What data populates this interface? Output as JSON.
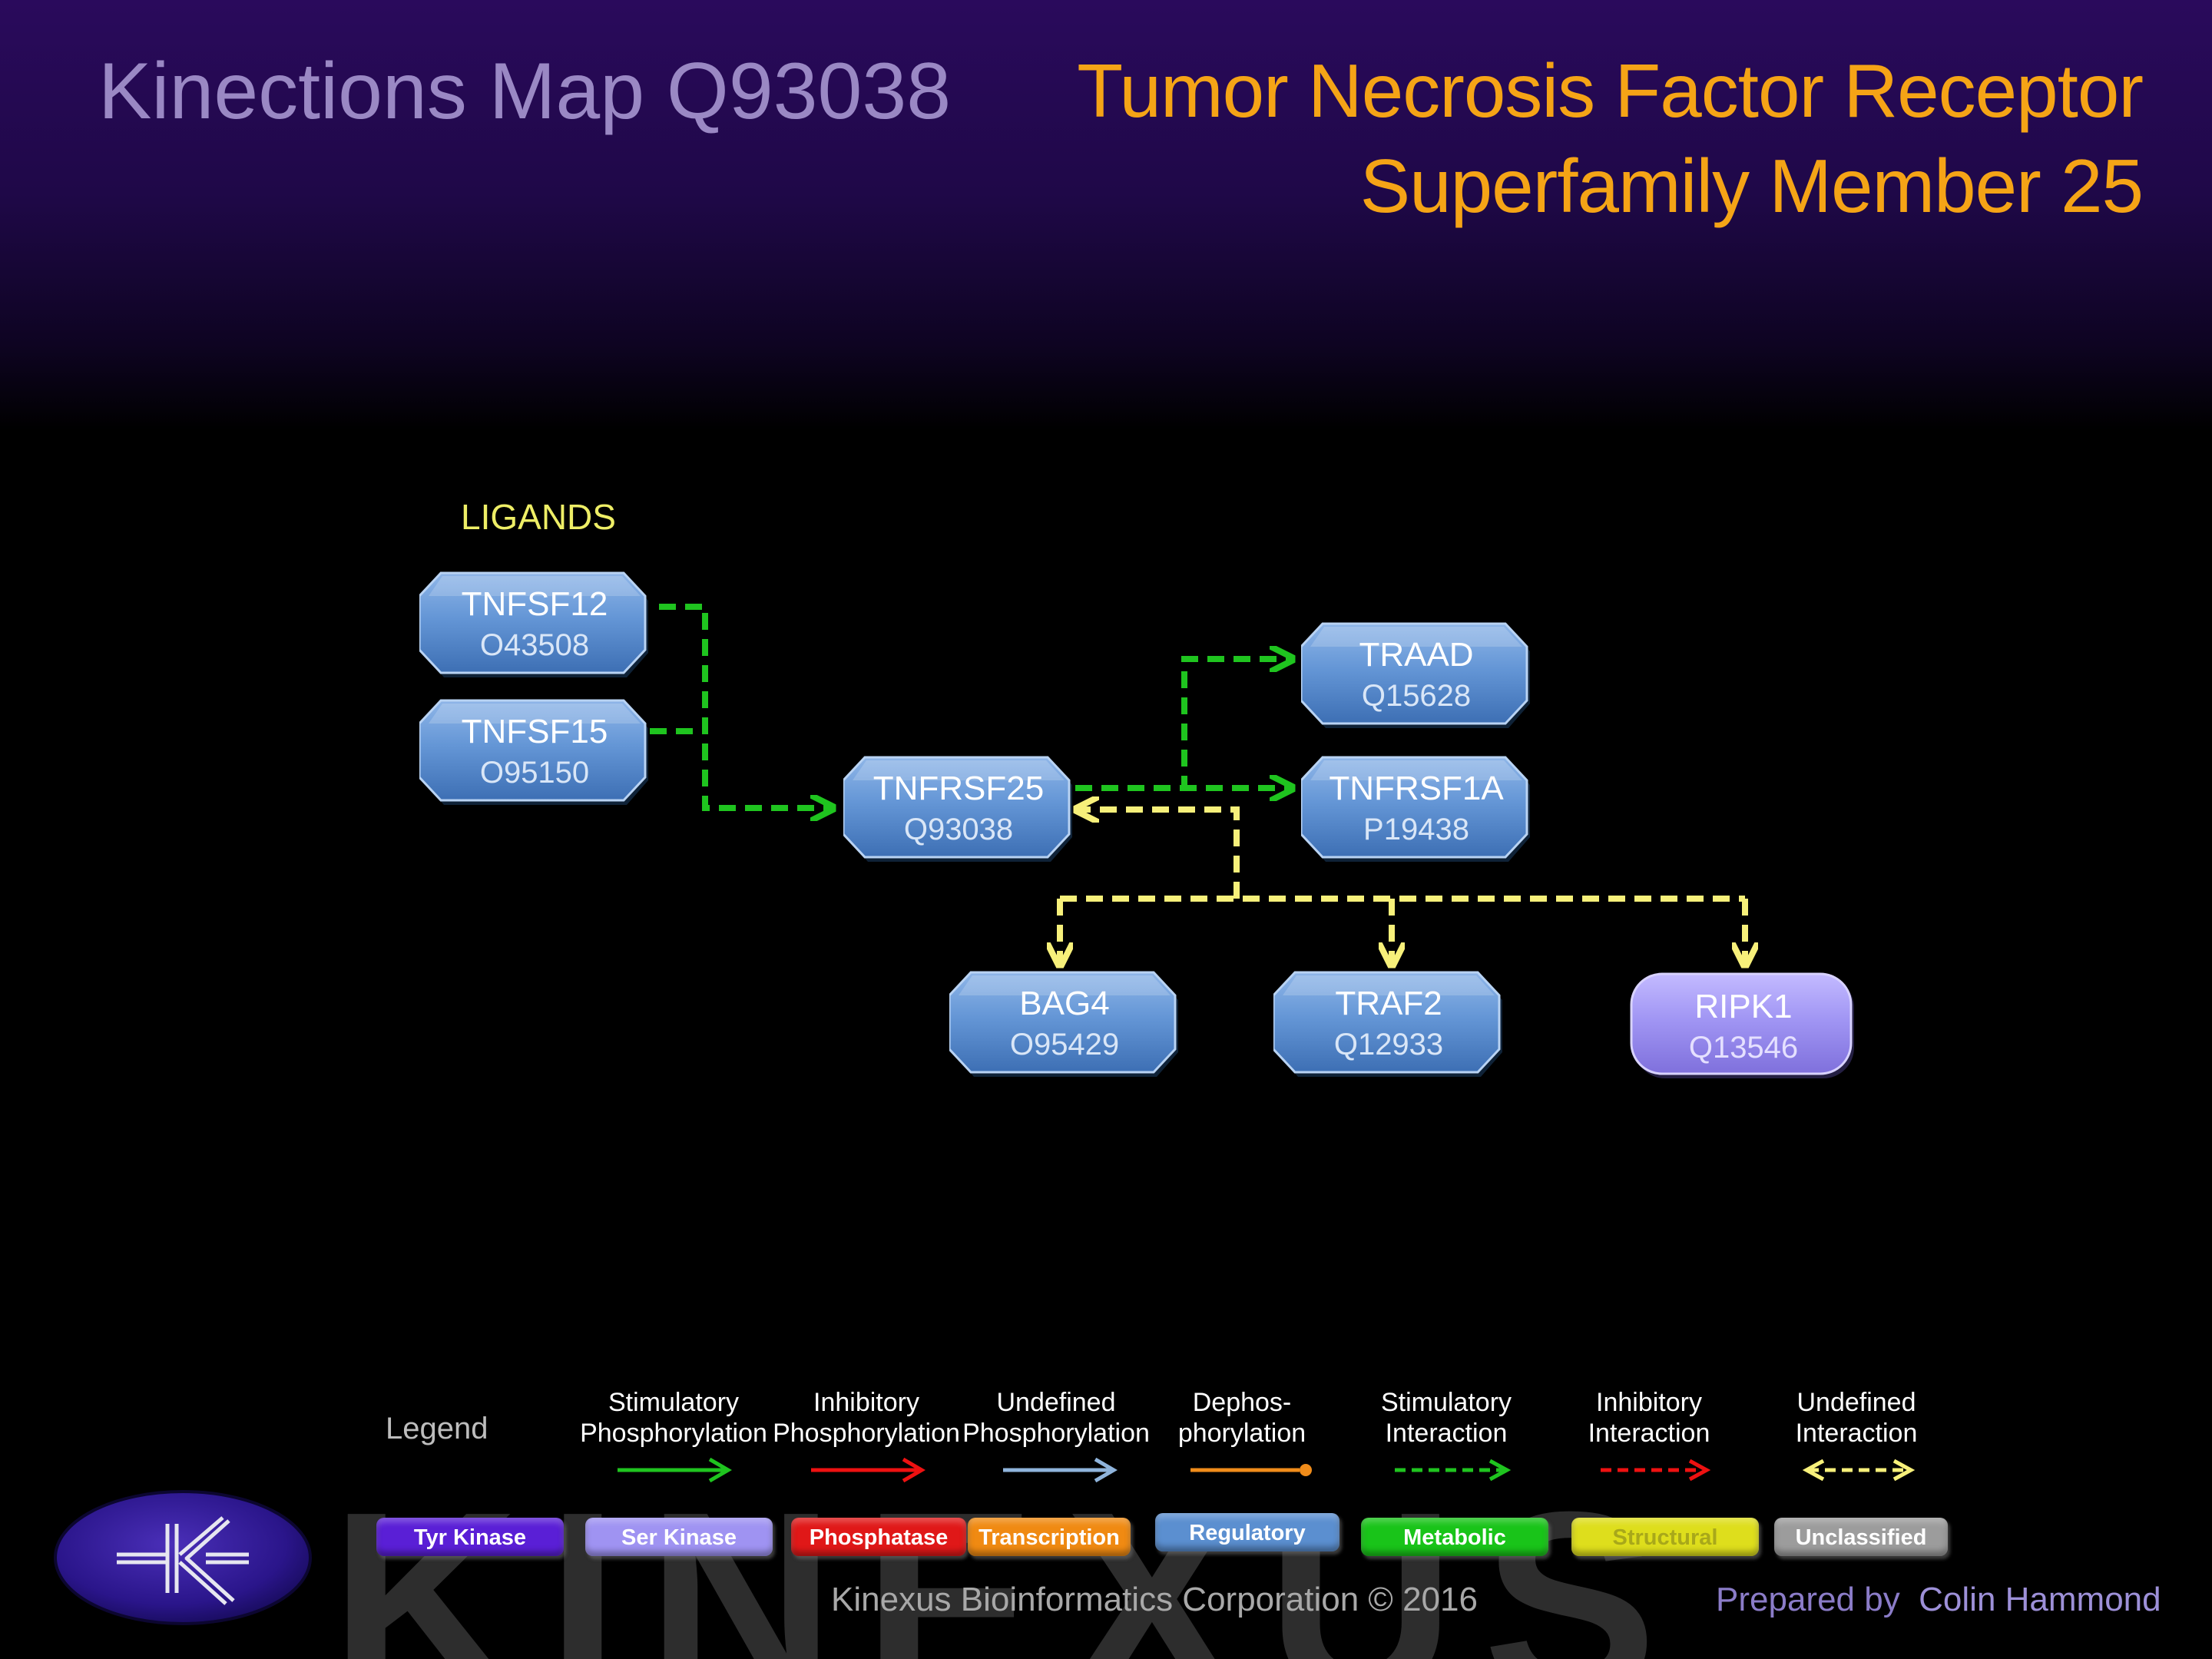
{
  "header": {
    "map_title": "Kinections Map Q93038",
    "protein_title_line1": "Tumor Necrosis Factor Receptor",
    "protein_title_line2": "Superfamily Member 25"
  },
  "diagram": {
    "ligands_label": "LIGANDS",
    "nodes": [
      {
        "id": "tnfsf12",
        "name": "TNFSF12",
        "accession": "O43508",
        "category": "Regulatory"
      },
      {
        "id": "tnfsf15",
        "name": "TNFSF15",
        "accession": "O95150",
        "category": "Regulatory"
      },
      {
        "id": "tnfrsf25",
        "name": "TNFRSF25",
        "accession": "Q93038",
        "category": "Regulatory"
      },
      {
        "id": "traad",
        "name": "TRAAD",
        "accession": "Q15628",
        "category": "Regulatory"
      },
      {
        "id": "tnfrsf1a",
        "name": "TNFRSF1A",
        "accession": "P19438",
        "category": "Regulatory"
      },
      {
        "id": "bag4",
        "name": "BAG4",
        "accession": "O95429",
        "category": "Regulatory"
      },
      {
        "id": "traf2",
        "name": "TRAF2",
        "accession": "Q12933",
        "category": "Regulatory"
      },
      {
        "id": "ripk1",
        "name": "RIPK1",
        "accession": "Q13546",
        "category": "Ser Kinase"
      }
    ],
    "edges": [
      {
        "from": "TNFSF12",
        "to": "TNFRSF25",
        "type": "Stimulatory Interaction"
      },
      {
        "from": "TNFSF15",
        "to": "TNFRSF25",
        "type": "Stimulatory Interaction"
      },
      {
        "from": "TNFRSF25",
        "to": "TRAAD",
        "type": "Stimulatory Interaction"
      },
      {
        "from": "TNFRSF25",
        "to": "TNFRSF1A",
        "type": "Stimulatory Interaction"
      },
      {
        "from": "TNFRSF25",
        "to": "BAG4",
        "type": "Undefined Interaction"
      },
      {
        "from": "TNFRSF25",
        "to": "TRAF2",
        "type": "Undefined Interaction"
      },
      {
        "from": "TNFRSF25",
        "to": "RIPK1",
        "type": "Undefined Interaction"
      }
    ]
  },
  "legend": {
    "title": "Legend",
    "arrows": [
      {
        "line1": "Stimulatory",
        "line2": "Phosphorylation",
        "color": "#1fc41f"
      },
      {
        "line1": "Inhibitory",
        "line2": "Phosphorylation",
        "color": "#ee1111"
      },
      {
        "line1": "Undefined",
        "line2": "Phosphorylation",
        "color": "#8fb4dc"
      },
      {
        "line1": "Dephos-",
        "line2": "phorylation",
        "color": "#f08c1a"
      },
      {
        "line1": "Stimulatory",
        "line2": "Interaction",
        "color": "#1fc41f"
      },
      {
        "line1": "Inhibitory",
        "line2": "Interaction",
        "color": "#ee1111"
      },
      {
        "line1": "Undefined",
        "line2": "Interaction",
        "color": "#f7f07a"
      }
    ],
    "categories": [
      {
        "label": "Tyr Kinase",
        "color": "#5a1fd6",
        "text_color": "#ffffff"
      },
      {
        "label": "Ser Kinase",
        "color": "#9f93f2",
        "text_color": "#ffffff"
      },
      {
        "label": "Phosphatase",
        "color": "#e01818",
        "text_color": "#ffffff"
      },
      {
        "label": "Transcription",
        "color": "#f08a12",
        "text_color": "#ffffff"
      },
      {
        "label": "Regulatory",
        "color": "#5b8fd0",
        "text_color": "#ffffff"
      },
      {
        "label": "Metabolic",
        "color": "#19c419",
        "text_color": "#ffffff"
      },
      {
        "label": "Structural",
        "color": "#dede1c",
        "text_color": "#a8a81a"
      },
      {
        "label": "Unclassified",
        "color": "#9c9c9c",
        "text_color": "#ffffff"
      }
    ]
  },
  "footer": {
    "watermark": "KINEXUS",
    "credit": "Kinexus Bioinformatics Corporation © 2016",
    "prepared_by_label": "Prepared by",
    "preparer": "Colin Hammond"
  },
  "colors": {
    "regulatory_node": "#5b8fd0",
    "ser_kinase_node": "#9f93f2",
    "stimulatory_interaction": "#1fc41f",
    "undefined_interaction": "#f7f07a",
    "title_orange": "#f5a416"
  }
}
